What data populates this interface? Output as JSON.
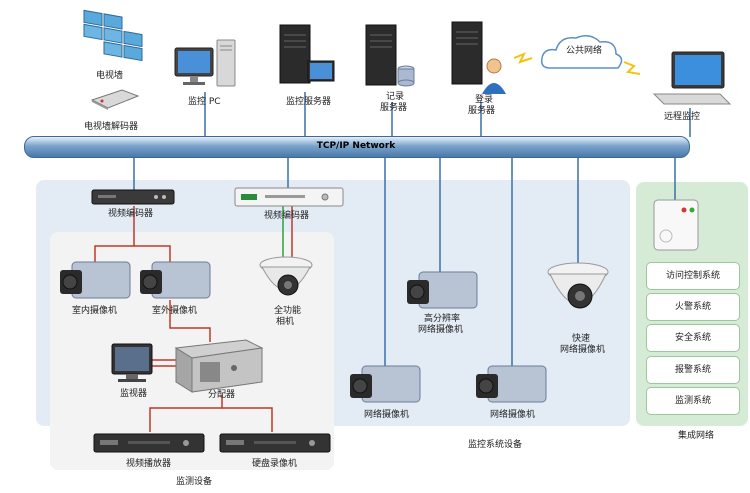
{
  "top_devices": {
    "tv_wall": "电视墙",
    "tv_wall_decoder": "电视墙解码器",
    "monitor_pc": "监控 PC",
    "monitor_server": "监控服务器",
    "record_server_line1": "记录",
    "record_server_line2": "服务器",
    "login_server_line1": "登录",
    "login_server_line2": "服务器",
    "public_network": "公共网络",
    "remote_monitor": "远程监控"
  },
  "network": {
    "bus_label": "TCP/IP Network"
  },
  "monitor_zone": {
    "video_encoder_left": "视频编码器",
    "video_encoder_right": "视频编码器",
    "indoor_camera": "室内摄像机",
    "outdoor_camera": "室外摄像机",
    "fullfunc_camera_line1": "全功能",
    "fullfunc_camera_line2": "相机",
    "monitor": "监视器",
    "distributor": "分配器",
    "video_recorder": "视频播放器",
    "disk_recorder": "硬盘录像机",
    "zone_title": "监测设备"
  },
  "system_zone": {
    "hd_camera_line1": "高分辨率",
    "hd_camera_line2": "网络摄像机",
    "fast_camera_line1": "快速",
    "fast_camera_line2": "网络摄像机",
    "net_camera_left": "网络摄像机",
    "net_camera_right": "网络摄像机",
    "zone_title": "监控系统设备"
  },
  "integrated_zone": {
    "systems": [
      "访问控制系统",
      "火警系统",
      "安全系统",
      "报警系统",
      "监测系统"
    ],
    "zone_title": "集成网络"
  },
  "colors": {
    "bus": "#4a78a8",
    "link_blue": "#3a6fa8",
    "link_red": "#c0392b",
    "link_green": "#2e9e3e",
    "zone_main": "#e3ecf5",
    "zone_green": "#d6ebd6"
  }
}
